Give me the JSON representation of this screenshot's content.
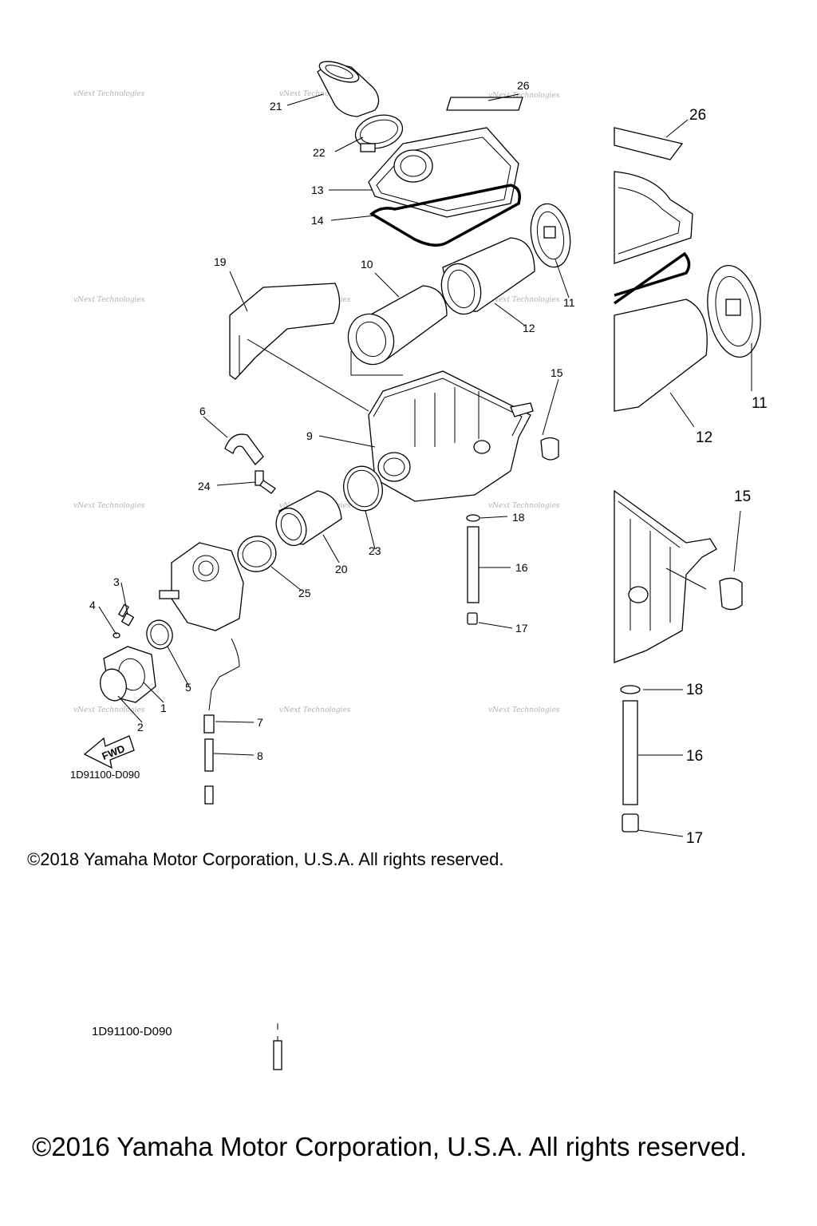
{
  "diagram_code": "1D91100-D090",
  "diagram_code_2": "1D91100-D090",
  "fwd_label": "FWD",
  "watermark": "vNext Technologies",
  "copyright_2018": "©2018 Yamaha Motor Corporation, U.S.A. All rights reserved.",
  "copyright_2016": "©2016 Yamaha Motor Corporation, U.S.A. All rights reserved.",
  "callouts": {
    "c1": "1",
    "c2": "2",
    "c3": "3",
    "c4": "4",
    "c5": "5",
    "c6": "6",
    "c7": "7",
    "c8": "8",
    "c9": "9",
    "c10": "10",
    "c11": "11",
    "c12": "12",
    "c13": "13",
    "c14": "14",
    "c15": "15",
    "c16": "16",
    "c17": "17",
    "c18": "18",
    "c19": "19",
    "c20": "20",
    "c21": "21",
    "c22": "22",
    "c23": "23",
    "c24": "24",
    "c25": "25",
    "c26": "26"
  },
  "detail_callouts": {
    "d26": "26",
    "d11": "11",
    "d12": "12",
    "d15": "15",
    "d18": "18",
    "d16": "16",
    "d17": "17"
  }
}
